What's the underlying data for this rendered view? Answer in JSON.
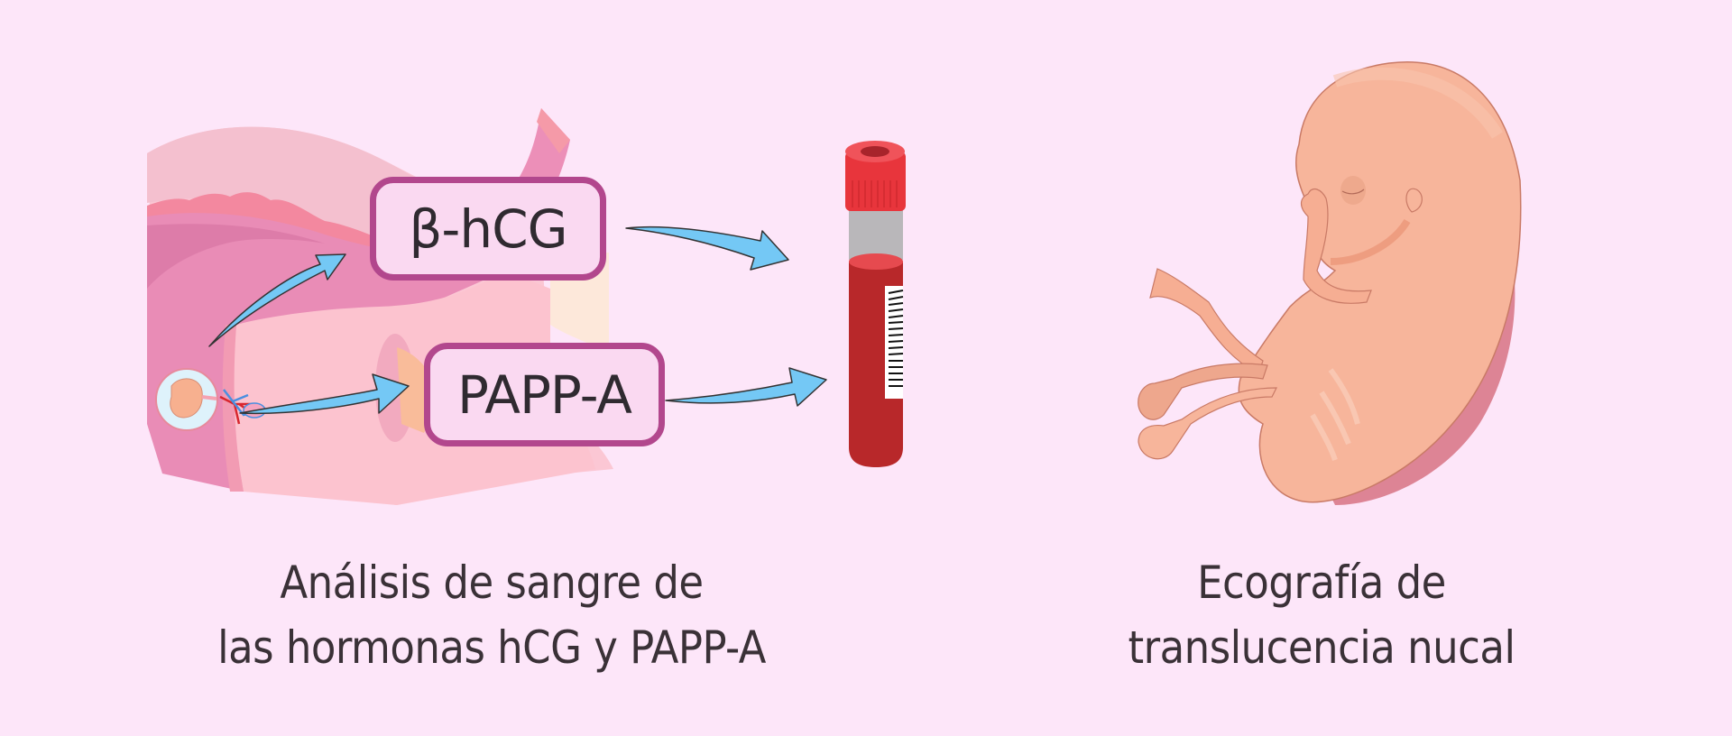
{
  "diagram": {
    "background_color": "#fde6f9",
    "left_panel": {
      "illustration": "uterus-with-embryo-and-placenta",
      "hormone_labels": [
        {
          "id": "bhcg",
          "text": "β-hCG"
        },
        {
          "id": "pappa",
          "text": "PAPP-A"
        }
      ],
      "target": "blood-sample-tube",
      "caption": {
        "line1": "Análisis de sangre de",
        "line2": "las hormonas hCG y PAPP-A"
      }
    },
    "right_panel": {
      "illustration": "fetus",
      "caption": {
        "line1": "Ecografía de",
        "line2": "translucencia nucal"
      }
    },
    "colors": {
      "label_border": "#b2478d",
      "label_fill": "#fad9f1",
      "arrow_fill": "#74c8f5",
      "tube_cap": "#e8353c",
      "blood": "#b8282a",
      "fetus_skin": "#f7b59b",
      "text": "#3a3137"
    }
  }
}
